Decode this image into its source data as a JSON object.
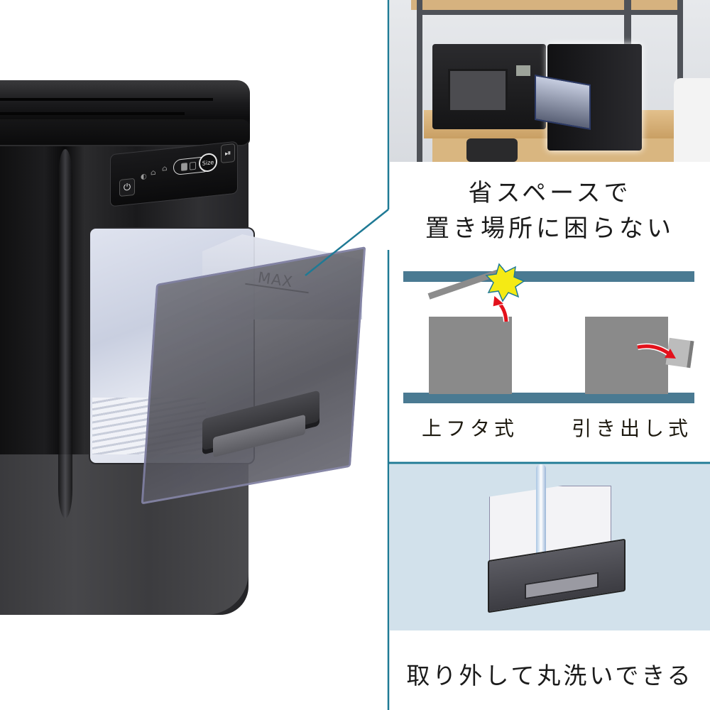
{
  "product_photo": {
    "subject": "countertop ice maker, black body with transparent pull-out ice bin",
    "control_panel": {
      "icons": [
        "power-icon",
        "ice-full-indicator-icon",
        "add-water-indicator-icon",
        "ice-basket-indicator-icon",
        "size-small-icon",
        "size-large-icon",
        "size-button-icon",
        "play-pause-icon"
      ],
      "size_button_label": "Size",
      "power_glyph": "⏻",
      "play_pause_glyph": "⏯"
    },
    "bin_label": "MAX"
  },
  "kitchen_photo": {
    "scene": "ice maker placed on wooden rack shelf next to a microwave"
  },
  "feature_space": {
    "headline_line1": "省スペースで",
    "headline_line2": "置き場所に困らない",
    "diagram": {
      "left_caption": "上フタ式",
      "right_caption": "引き出し式",
      "colors": {
        "shelf": "#4a7a92",
        "box": "#8a8a8a",
        "arrow": "#e3111b",
        "collision": "#f5ea14"
      }
    }
  },
  "feature_washable": {
    "caption": "取り外して丸洗いできる",
    "background": "#d2e1eb"
  },
  "colors": {
    "divider": "#1f7a95",
    "text": "#1b1b1b"
  }
}
